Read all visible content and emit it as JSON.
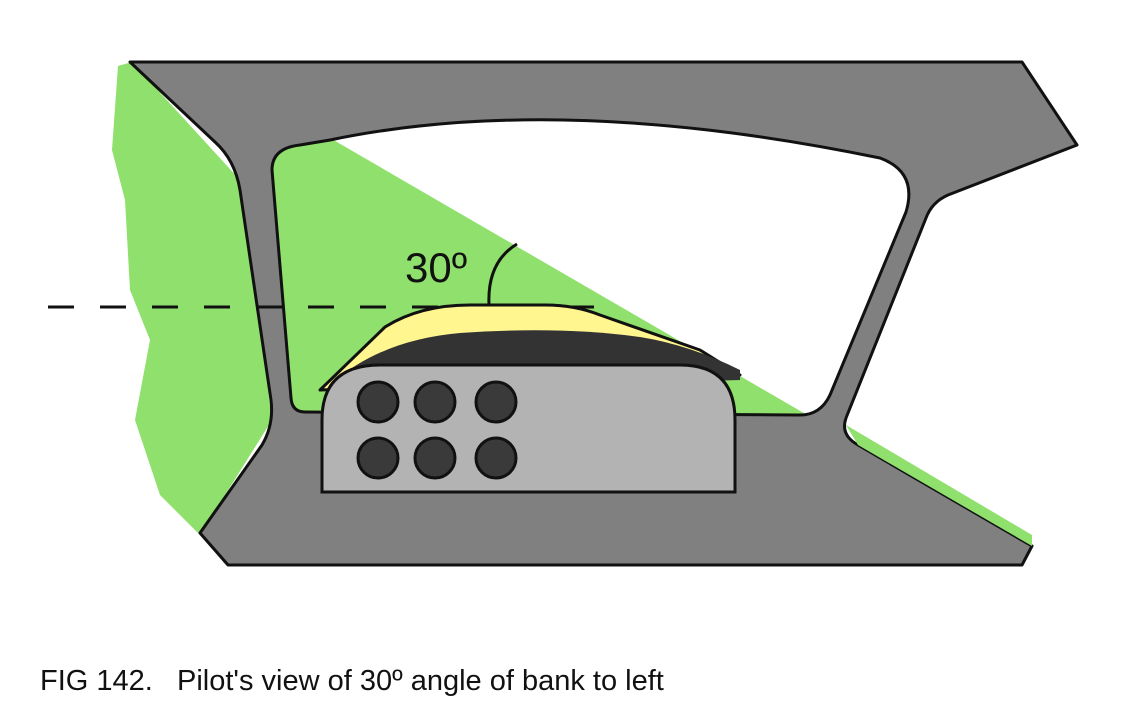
{
  "figure": {
    "angle_label": "30º",
    "caption": "FIG 142.   Pilot's view of 30º angle of bank to left",
    "bank_angle_degrees": 30
  },
  "colors": {
    "ground": "#8fe06c",
    "sky": "#ffffff",
    "frame": "#808080",
    "panel": "#b3b3b3",
    "cowling_dark": "#333333",
    "cowling_top": "#fff68f"
  }
}
